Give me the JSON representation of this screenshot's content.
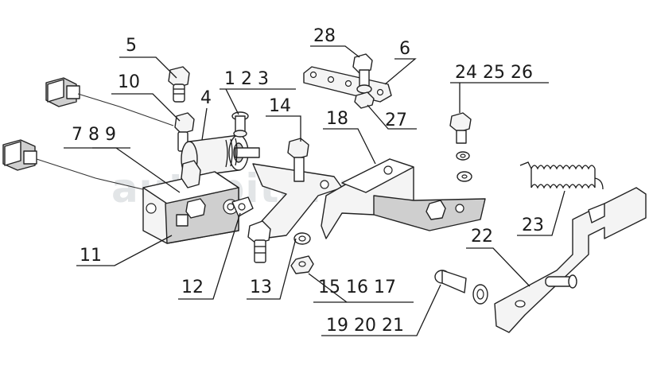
{
  "watermark": "autopiter.ru",
  "callouts": {
    "c5": "5",
    "c10": "10",
    "c7_8_9": "7 8 9",
    "c1_2_3": "1 2 3",
    "c4": "4",
    "c14": "14",
    "c28": "28",
    "c6": "6",
    "c27": "27",
    "c18": "18",
    "c24_25_26": "24 25 26",
    "c23": "23",
    "c22": "22",
    "c11": "11",
    "c12": "12",
    "c13": "13",
    "c15_16_17": "15 16 17",
    "c19_20_21": "19 20 21"
  }
}
